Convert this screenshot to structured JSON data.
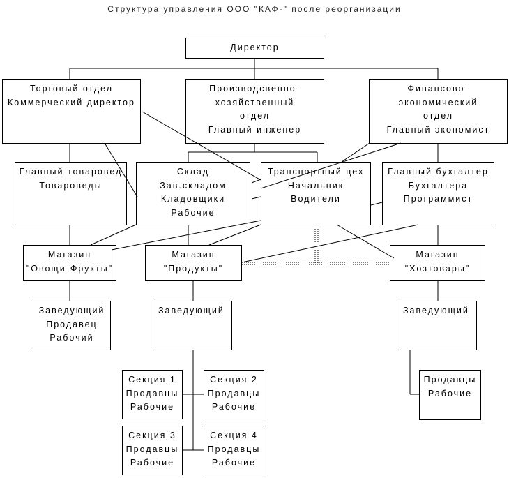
{
  "title": "Структура управления ООО \"КАФ-\" после реорганизации",
  "boxes": {
    "director": "Директор",
    "trade": "Торговый отдел\nКоммерческий директор",
    "production": "Производсвенно-\nхозяйственный\nотдел\nГлавный инженер",
    "finance": "Финансово-\nэкономический\nотдел\nГлавный экономист",
    "chief_merch": "Главный товаровед\nТовароведы",
    "warehouse": "Склад\nЗав.складом\nКладовщики\nРабочие",
    "transport": "Транспортный цех\nНачальник\nВодители",
    "accountant": "Главный бухгалтер\nБухгалтера\nПрограммист",
    "shop1": "Магазин\n\"Овощи-Фрукты\"",
    "shop2": "Магазин\n\"Продукты\"",
    "shop3": "Магазин\n\"Хозтовары\"",
    "staff1": "Заведующий\nПродавец\nРабочий",
    "staff2": "Заведующий",
    "staff3": "Заведующий",
    "sec1": "Секция 1\nПродавцы\nРабочие",
    "sec2": "Секция 2\nПродавцы\nРабочие",
    "sec3": "Секция 3\nПродавцы\nРабочие",
    "sec4": "Секция 4\nПродавцы\nРабочие",
    "sellers": "Продавцы\nРабочие"
  }
}
